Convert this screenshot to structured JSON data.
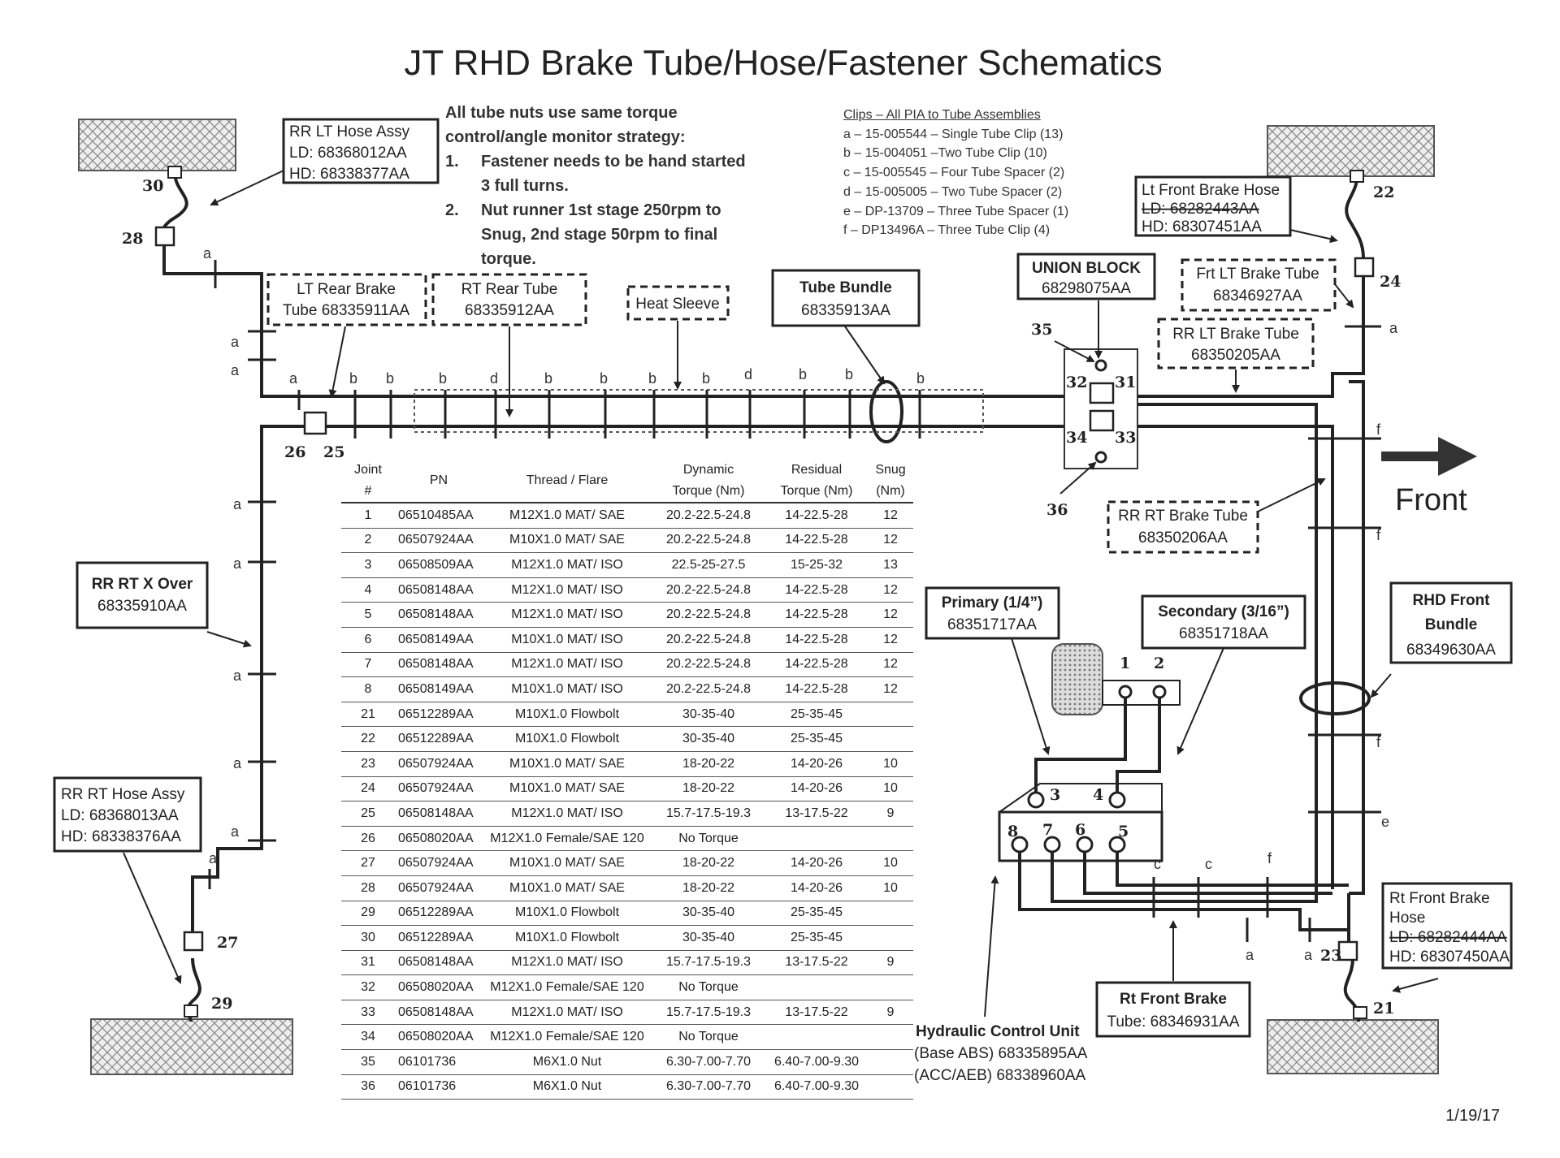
{
  "title": "JT RHD Brake Tube/Hose/Fastener Schematics",
  "date": "1/19/17",
  "front_label": "Front",
  "torque_note": {
    "line1": "All tube nuts use same torque",
    "line2": "control/angle monitor strategy:",
    "item1_num": "1.",
    "item1_a": "Fastener needs to be hand started",
    "item1_b": "3 full turns.",
    "item2_num": "2.",
    "item2_a": "Nut runner 1st stage 250rpm to",
    "item2_b": "Snug, 2nd stage 50rpm to final",
    "item2_c": "torque."
  },
  "clips": {
    "heading": "Clips – All PIA to Tube Assemblies",
    "items": [
      "a – 15-005544 – Single Tube Clip (13)",
      "b – 15-004051 –Two Tube Clip (10)",
      "c – 15-005545 – Four Tube Spacer (2)",
      "d – 15-005005 – Two Tube Spacer (2)",
      "e – DP-13709 – Three Tube Spacer (1)",
      "f – DP13496A – Three Tube Clip (4)"
    ]
  },
  "callouts": {
    "rr_lt_hose": {
      "l1": "RR LT Hose Assy",
      "l2": "LD: 68368012AA",
      "l3": "HD: 68338377AA"
    },
    "lt_rear_brake": {
      "l1": "LT Rear Brake",
      "l2": "Tube 68335911AA"
    },
    "rt_rear_tube": {
      "l1": "RT Rear Tube",
      "l2": "68335912AA"
    },
    "heat_sleeve": {
      "l1": "Heat Sleeve"
    },
    "tube_bundle": {
      "l1": "Tube Bundle",
      "l2": "68335913AA"
    },
    "union_block": {
      "l1": "UNION BLOCK",
      "l2": "68298075AA"
    },
    "frt_lt_brake_tube": {
      "l1": "Frt LT Brake Tube",
      "l2": "68346927AA"
    },
    "rr_lt_brake_tube": {
      "l1": "RR LT Brake Tube",
      "l2": "68350205AA"
    },
    "lt_front_brake_hose": {
      "l1": "Lt Front Brake Hose",
      "l2": "LD: 68282443AA",
      "l3": "HD: 68307451AA"
    },
    "rr_rt_brake_tube": {
      "l1": "RR RT Brake Tube",
      "l2": "68350206AA"
    },
    "rr_rt_x_over": {
      "l1": "RR RT X Over",
      "l2": "68335910AA"
    },
    "rr_rt_hose": {
      "l1": "RR RT Hose Assy",
      "l2": "LD: 68368013AA",
      "l3": "HD: 68338376AA"
    },
    "primary": {
      "l1": "Primary (1/4”)",
      "l2": "68351717AA"
    },
    "secondary": {
      "l1": "Secondary (3/16”)",
      "l2": "68351718AA"
    },
    "rhd_front_bundle": {
      "l1": "RHD Front",
      "l2": "Bundle",
      "l3": "68349630AA"
    },
    "rt_front_brake_hose": {
      "l1": "Rt Front Brake",
      "l2": "Hose",
      "l3": "LD: 68282444AA",
      "l4": "HD: 68307450AA"
    },
    "rt_front_brake_tube": {
      "l1": "Rt Front Brake",
      "l2": "Tube: 68346931AA"
    },
    "hcu": {
      "l1": "Hydraulic Control Unit",
      "l2": "(Base ABS) 68335895AA",
      "l3": "(ACC/AEB) 68338960AA"
    }
  },
  "joint_numbers": {
    "j1": "1",
    "j2": "2",
    "j3": "3",
    "j4": "4",
    "j5": "5",
    "j6": "6",
    "j7": "7",
    "j8": "8",
    "j21": "21",
    "j22": "22",
    "j23": "23",
    "j24": "24",
    "j25": "25",
    "j26": "26",
    "j27": "27",
    "j28": "28",
    "j29": "29",
    "j30": "30",
    "j31": "31",
    "j32": "32",
    "j33": "33",
    "j34": "34",
    "j35": "35",
    "j36": "36"
  },
  "table": {
    "headers": {
      "joint_a": "Joint",
      "joint_b": "#",
      "pn": "PN",
      "thread": "Thread / Flare",
      "dyn_a": "Dynamic",
      "dyn_b": "Torque (Nm)",
      "res_a": "Residual",
      "res_b": "Torque (Nm)",
      "snug_a": "Snug",
      "snug_b": "(Nm)"
    },
    "rows": [
      [
        "1",
        "06510485AA",
        "M12X1.0 MAT/ SAE",
        "20.2-22.5-24.8",
        "14-22.5-28",
        "12"
      ],
      [
        "2",
        "06507924AA",
        "M10X1.0 MAT/ SAE",
        "20.2-22.5-24.8",
        "14-22.5-28",
        "12"
      ],
      [
        "3",
        "06508509AA",
        "M12X1.0 MAT/ ISO",
        "22.5-25-27.5",
        "15-25-32",
        "13"
      ],
      [
        "4",
        "06508148AA",
        "M12X1.0 MAT/ ISO",
        "20.2-22.5-24.8",
        "14-22.5-28",
        "12"
      ],
      [
        "5",
        "06508148AA",
        "M12X1.0 MAT/ ISO",
        "20.2-22.5-24.8",
        "14-22.5-28",
        "12"
      ],
      [
        "6",
        "06508149AA",
        "M10X1.0 MAT/ ISO",
        "20.2-22.5-24.8",
        "14-22.5-28",
        "12"
      ],
      [
        "7",
        "06508148AA",
        "M12X1.0 MAT/ ISO",
        "20.2-22.5-24.8",
        "14-22.5-28",
        "12"
      ],
      [
        "8",
        "06508149AA",
        "M10X1.0 MAT/ ISO",
        "20.2-22.5-24.8",
        "14-22.5-28",
        "12"
      ],
      [
        "21",
        "06512289AA",
        "M10X1.0 Flowbolt",
        "30-35-40",
        "25-35-45",
        ""
      ],
      [
        "22",
        "06512289AA",
        "M10X1.0 Flowbolt",
        "30-35-40",
        "25-35-45",
        ""
      ],
      [
        "23",
        "06507924AA",
        "M10X1.0 MAT/ SAE",
        "18-20-22",
        "14-20-26",
        "10"
      ],
      [
        "24",
        "06507924AA",
        "M10X1.0 MAT/ SAE",
        "18-20-22",
        "14-20-26",
        "10"
      ],
      [
        "25",
        "06508148AA",
        "M12X1.0 MAT/ ISO",
        "15.7-17.5-19.3",
        "13-17.5-22",
        "9"
      ],
      [
        "26",
        "06508020AA",
        "M12X1.0 Female/SAE 120",
        "No Torque",
        "",
        ""
      ],
      [
        "27",
        "06507924AA",
        "M10X1.0 MAT/ SAE",
        "18-20-22",
        "14-20-26",
        "10"
      ],
      [
        "28",
        "06507924AA",
        "M10X1.0 MAT/ SAE",
        "18-20-22",
        "14-20-26",
        "10"
      ],
      [
        "29",
        "06512289AA",
        "M10X1.0 Flowbolt",
        "30-35-40",
        "25-35-45",
        ""
      ],
      [
        "30",
        "06512289AA",
        "M10X1.0 Flowbolt",
        "30-35-40",
        "25-35-45",
        ""
      ],
      [
        "31",
        "06508148AA",
        "M12X1.0 MAT/ ISO",
        "15.7-17.5-19.3",
        "13-17.5-22",
        "9"
      ],
      [
        "32",
        "06508020AA",
        "M12X1.0 Female/SAE 120",
        "No Torque",
        "",
        ""
      ],
      [
        "33",
        "06508148AA",
        "M12X1.0 MAT/ ISO",
        "15.7-17.5-19.3",
        "13-17.5-22",
        "9"
      ],
      [
        "34",
        "06508020AA",
        "M12X1.0 Female/SAE 120",
        "No Torque",
        "",
        ""
      ],
      [
        "35",
        "06101736",
        "M6X1.0 Nut",
        "6.30-7.00-7.70",
        "6.40-7.00-9.30",
        ""
      ],
      [
        "36",
        "06101736",
        "M6X1.0 Nut",
        "6.30-7.00-7.70",
        "6.40-7.00-9.30",
        ""
      ]
    ]
  }
}
